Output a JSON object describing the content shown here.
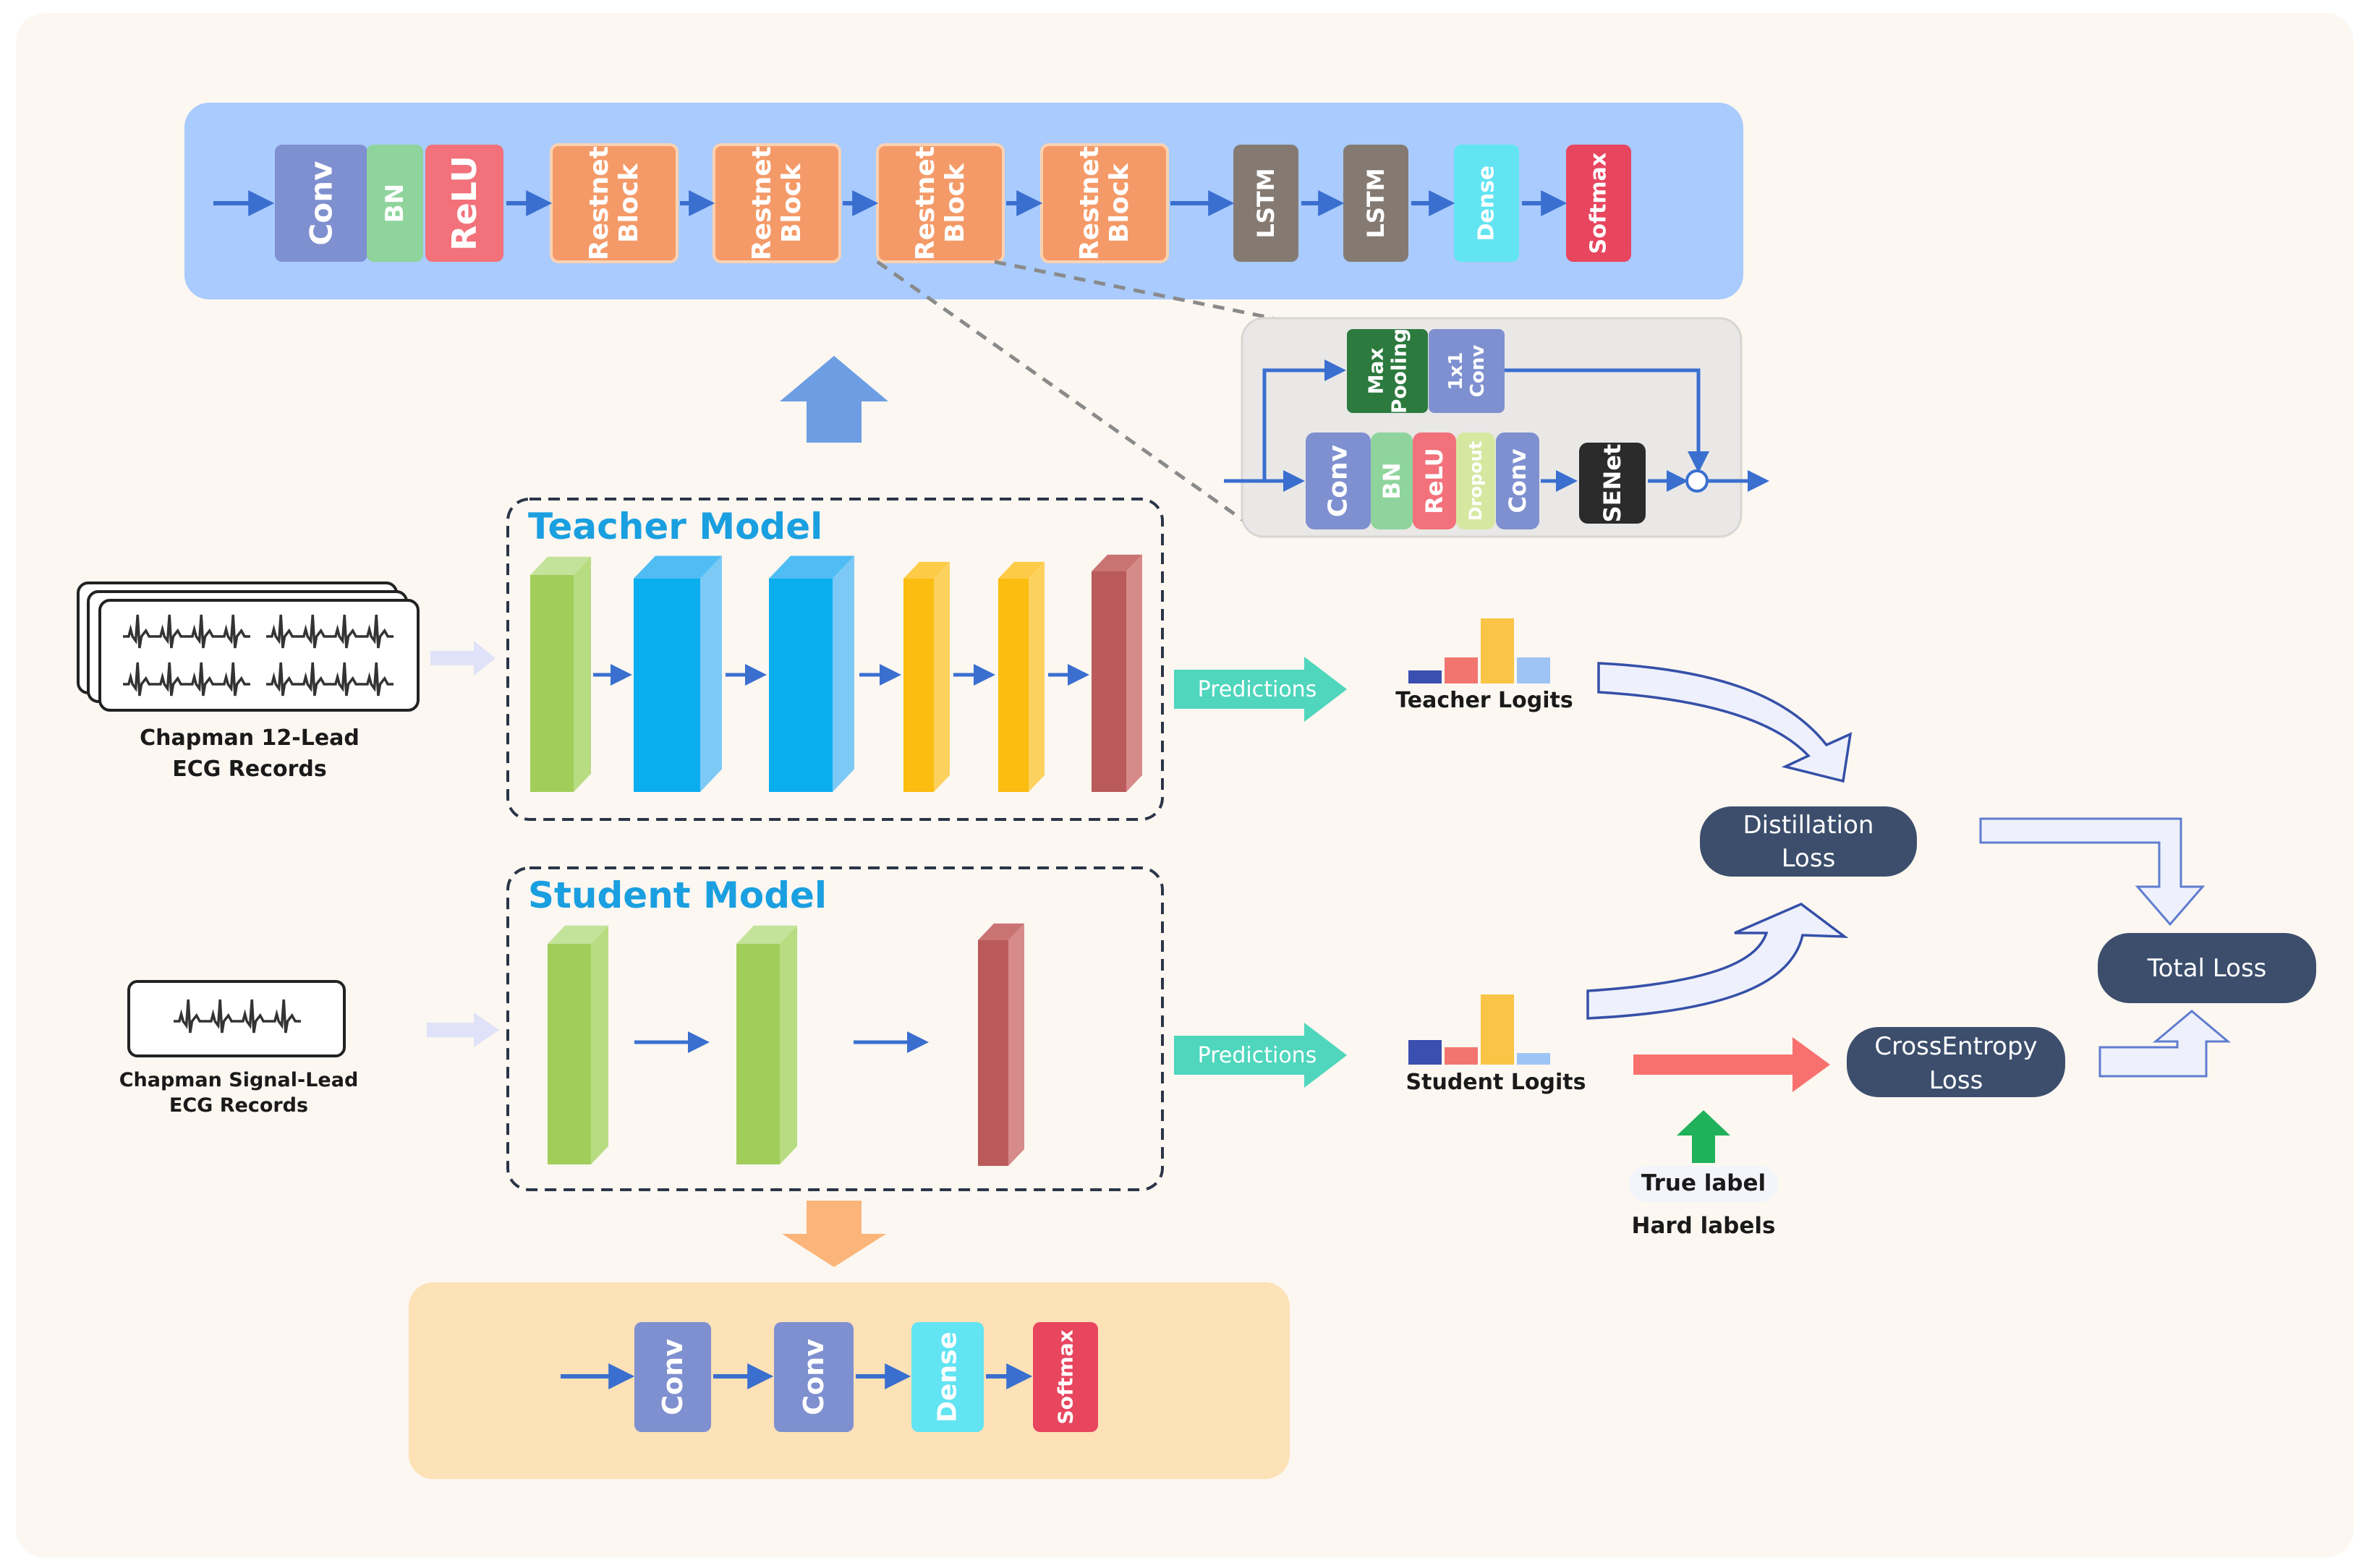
{
  "teacher_pipeline": {
    "layers": [
      "Conv",
      "BN",
      "ReLU",
      "Restnet Block",
      "Restnet Block",
      "Restnet Block",
      "Restnet Block",
      "LSTM",
      "LSTM",
      "Dense",
      "Softmax"
    ],
    "colors": [
      "#7f90d0",
      "#8fd49c",
      "#f2717a",
      "#f49a68",
      "#f49a68",
      "#f49a68",
      "#f49a68",
      "#857a72",
      "#857a72",
      "#62e4f2",
      "#e8455f"
    ]
  },
  "resnet_block_detail": {
    "skip_layers": [
      "Max Pooling",
      "1x1 Conv"
    ],
    "main_layers": [
      "Conv",
      "BN",
      "ReLU",
      "Dropout",
      "Conv"
    ],
    "senet": "SENet"
  },
  "teacher_model": {
    "title": "Teacher Model",
    "input_label_line1": "Chapman 12-Lead",
    "input_label_line2": "ECG Records",
    "predictions": "Predictions",
    "logits_label": "Teacher Logits"
  },
  "student_model": {
    "title": "Student Model",
    "input_label_line1": "Chapman Signal-Lead",
    "input_label_line2": "ECG Records",
    "predictions": "Predictions",
    "logits_label": "Student  Logits"
  },
  "student_pipeline": {
    "layers": [
      "Conv",
      "Conv",
      "Dense",
      "Softmax"
    ],
    "colors": [
      "#7f90d0",
      "#7f90d0",
      "#62e4f2",
      "#e8455f"
    ]
  },
  "losses": {
    "distillation_line1": "Distillation",
    "distillation_line2": "Loss",
    "crossentropy_line1": "CrossEntropy",
    "crossentropy_line2": "Loss",
    "total": "Total Loss",
    "true_label": "True label",
    "hard_labels": "Hard labels"
  }
}
